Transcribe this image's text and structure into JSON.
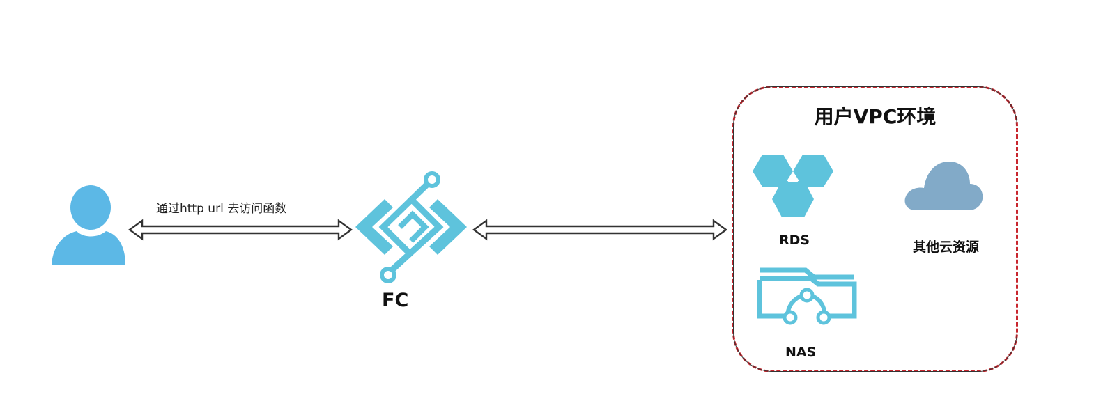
{
  "edge_label": "通过http url 去访问函数",
  "fc": {
    "label": "FC"
  },
  "vpc": {
    "title": "用户VPC环境",
    "rds_label": "RDS",
    "cloud_label": "其他云资源",
    "nas_label": "NAS"
  },
  "icons": {
    "user": "user-icon",
    "fc": "function-compute-icon",
    "rds": "rds-database-icon",
    "cloud": "cloud-icon",
    "nas": "nas-folder-icon"
  },
  "colors": {
    "icon_blue": "#5ec3dc",
    "user_blue": "#5cb8e6",
    "cloud_blue": "#82aac8",
    "vpc_border": "#c8262e",
    "arrow": "#333333"
  }
}
